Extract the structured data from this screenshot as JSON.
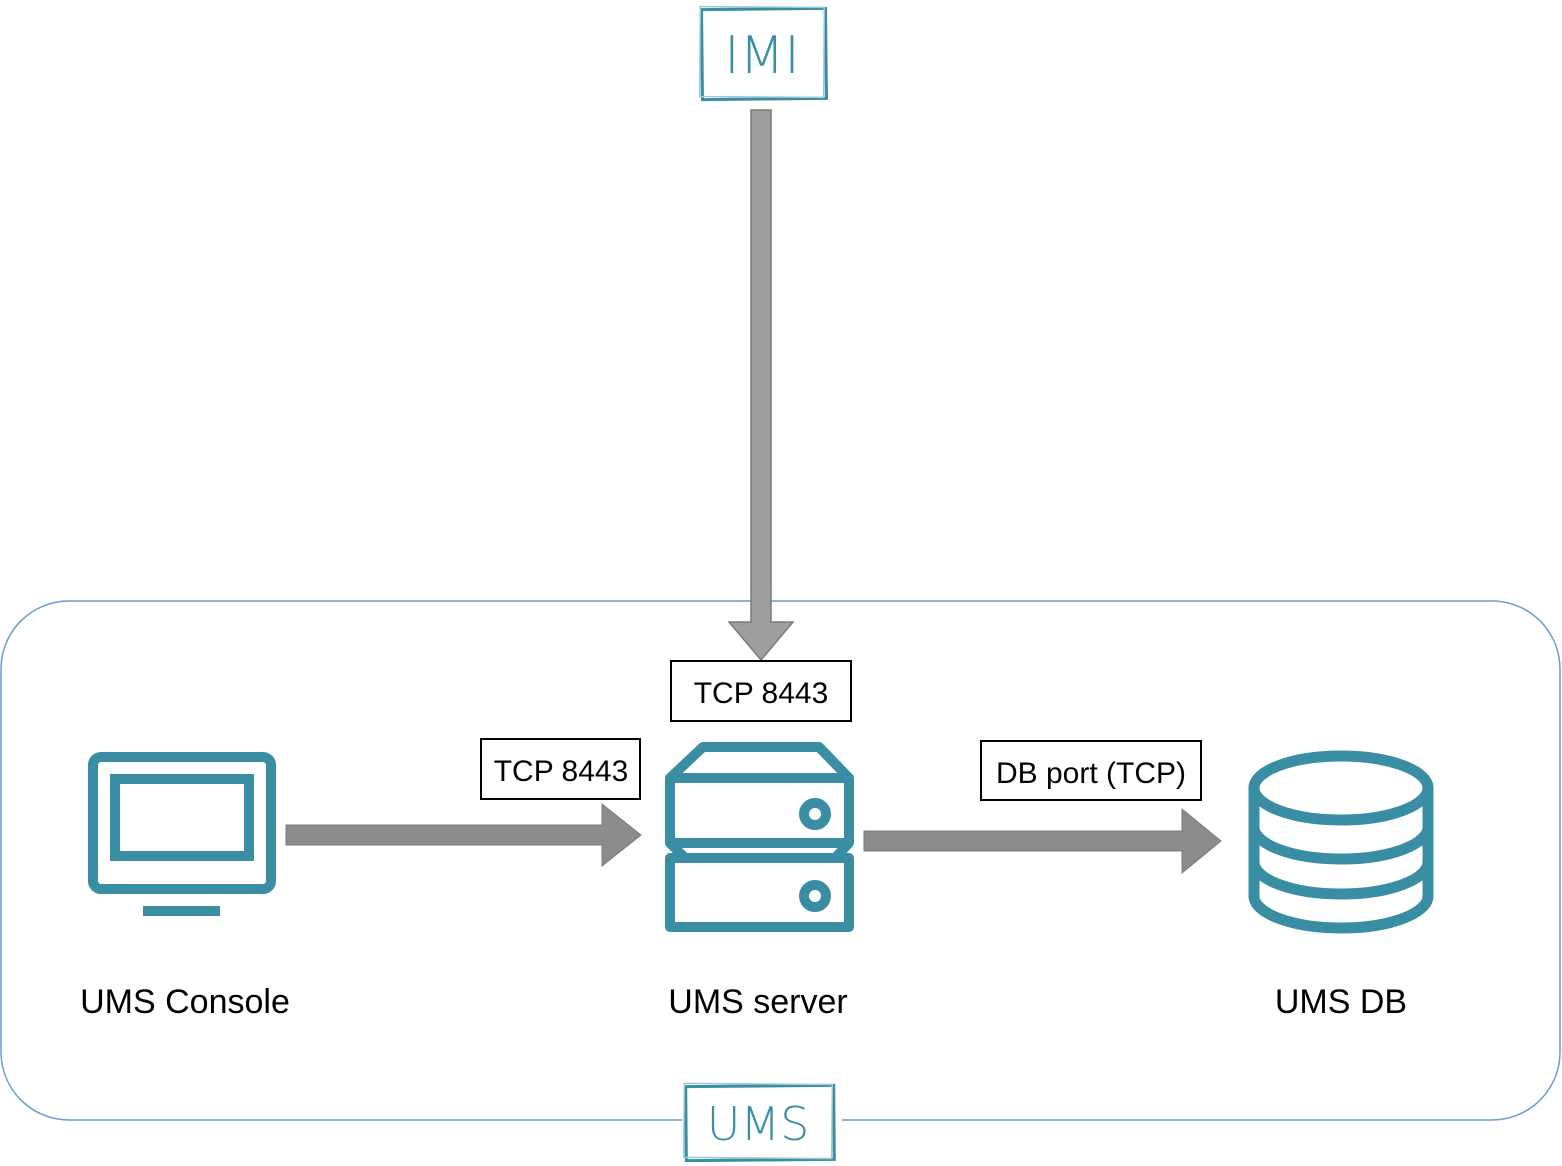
{
  "colors": {
    "accent": "#3a8ea3",
    "arrow_fill": "#9e9e9e",
    "arrow_stroke": "#7a7a7a",
    "group_border": "#6a9bd1",
    "label_border": "#000000"
  },
  "badges": {
    "imi": "IMI",
    "ums": "UMS"
  },
  "nodes": {
    "console": {
      "label": "UMS Console",
      "icon": "monitor-icon"
    },
    "server": {
      "label": "UMS server",
      "icon": "server-icon"
    },
    "db": {
      "label": "UMS DB",
      "icon": "database-icon"
    }
  },
  "connections": {
    "imi_to_server": {
      "label": "TCP 8443"
    },
    "console_to_server": {
      "label": "TCP 8443"
    },
    "server_to_db": {
      "label": "DB port (TCP)"
    }
  }
}
